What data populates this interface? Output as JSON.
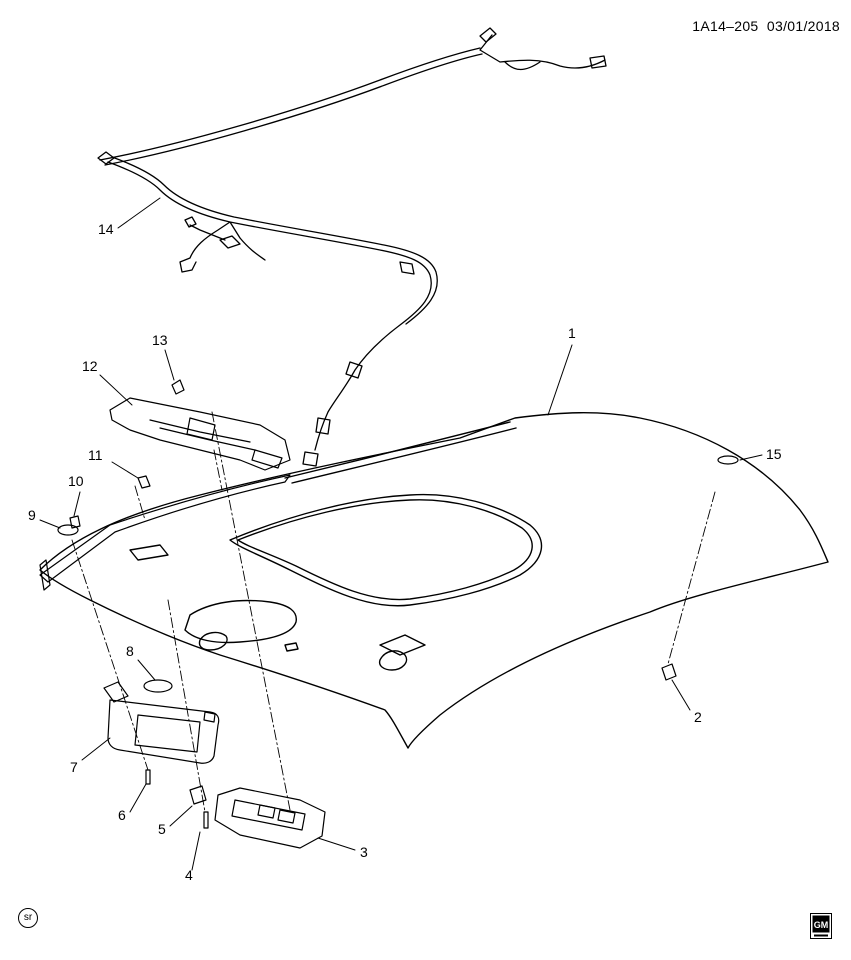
{
  "header": {
    "code": "1A14–205",
    "date": "03/01/2018"
  },
  "footer": {
    "symbol": "sr",
    "logo": "GM"
  },
  "callouts": [
    {
      "id": "1",
      "label": "1"
    },
    {
      "id": "2",
      "label": "2"
    },
    {
      "id": "3",
      "label": "3"
    },
    {
      "id": "4",
      "label": "4"
    },
    {
      "id": "5",
      "label": "5"
    },
    {
      "id": "6",
      "label": "6"
    },
    {
      "id": "7",
      "label": "7"
    },
    {
      "id": "8",
      "label": "8"
    },
    {
      "id": "9",
      "label": "9"
    },
    {
      "id": "10",
      "label": "10"
    },
    {
      "id": "11",
      "label": "11"
    },
    {
      "id": "12",
      "label": "12"
    },
    {
      "id": "13",
      "label": "13"
    },
    {
      "id": "14",
      "label": "14"
    },
    {
      "id": "15",
      "label": "15"
    }
  ]
}
